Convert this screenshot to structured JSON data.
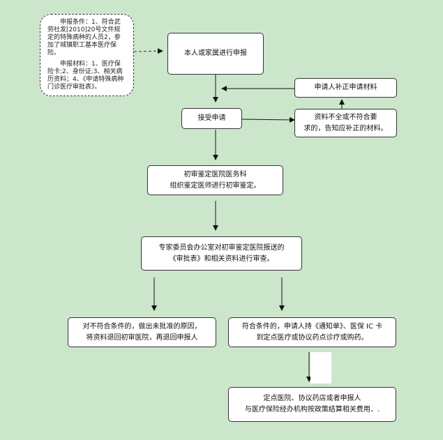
{
  "note": {
    "conditions": "申报条件：1、符合武劳社发[2010]20号文件规定的特殊病种的人员2，参加了城镇职工基本医疗保险。",
    "materials": "申报材料：1、医疗保险卡;2、身份证;3、相关病历资料；4、《申请特殊病种门诊医疗审批表》。"
  },
  "boxes": {
    "apply": "本人或家属进行申报",
    "supplement": "申请人补正申请材料",
    "accept": "接受申请",
    "incomplete_line1": "资料不全或不符合要",
    "incomplete_line2": "求的，告知应补正的材料。",
    "initial_line1": "初审鉴定医院医务科",
    "initial_line2": "组织鉴定医师进行初审鉴定。",
    "review_line1": "专家委员会办公室对初审鉴定医院报送的",
    "review_line2": "《审批表》和相关资料进行审查。",
    "reject_line1": "对不符合条件的，做出未批准的原因，",
    "reject_line2": "将资料退回初审医院，再退回申报人",
    "approve_line1": "符合条件的，申请人持《通知单》、医保 IC 卡",
    "approve_line2": "到定点医疗或协议药点诊疗或购药。",
    "settle_line1": "定点医院、协议药店或者申报人",
    "settle_line2": "与医疗保险经办机构按政策结算相关费用．."
  }
}
